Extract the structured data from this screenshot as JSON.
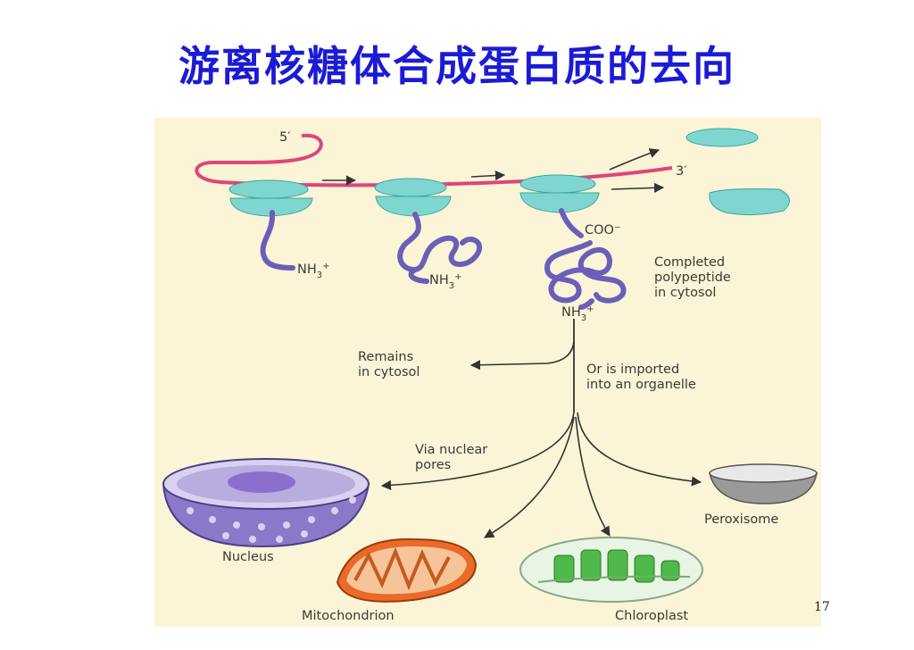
{
  "slide": {
    "title": "游离核糖体合成蛋白质的去向",
    "page_number": "17"
  },
  "colors": {
    "title": "#1b1bd6",
    "background": "#fbf4d6",
    "mrna": "#e0447a",
    "ribosome": "#7fd6d0",
    "polypeptide": "#6a5fb8",
    "arrow": "#333333",
    "mitochondrion": "#ea6a2a",
    "chloroplast": "#4fb84a",
    "nucleus": "#8b78c9"
  },
  "diagram": {
    "mrna_5prime": "5′",
    "mrna_3prime": "3′",
    "nh3": "NH",
    "nh3_sub": "3",
    "nh3_sup": "+",
    "coo": "COO⁻",
    "completed": [
      "Completed",
      "polypeptide",
      "in cytosol"
    ],
    "remains": [
      "Remains",
      "in cytosol"
    ],
    "imported": [
      "Or is imported",
      "into an organelle"
    ],
    "via_pores": [
      "Via nuclear",
      "pores"
    ],
    "organelles": {
      "nucleus": "Nucleus",
      "mitochondrion": "Mitochondrion",
      "chloroplast": "Chloroplast",
      "peroxisome": "Peroxisome"
    }
  }
}
